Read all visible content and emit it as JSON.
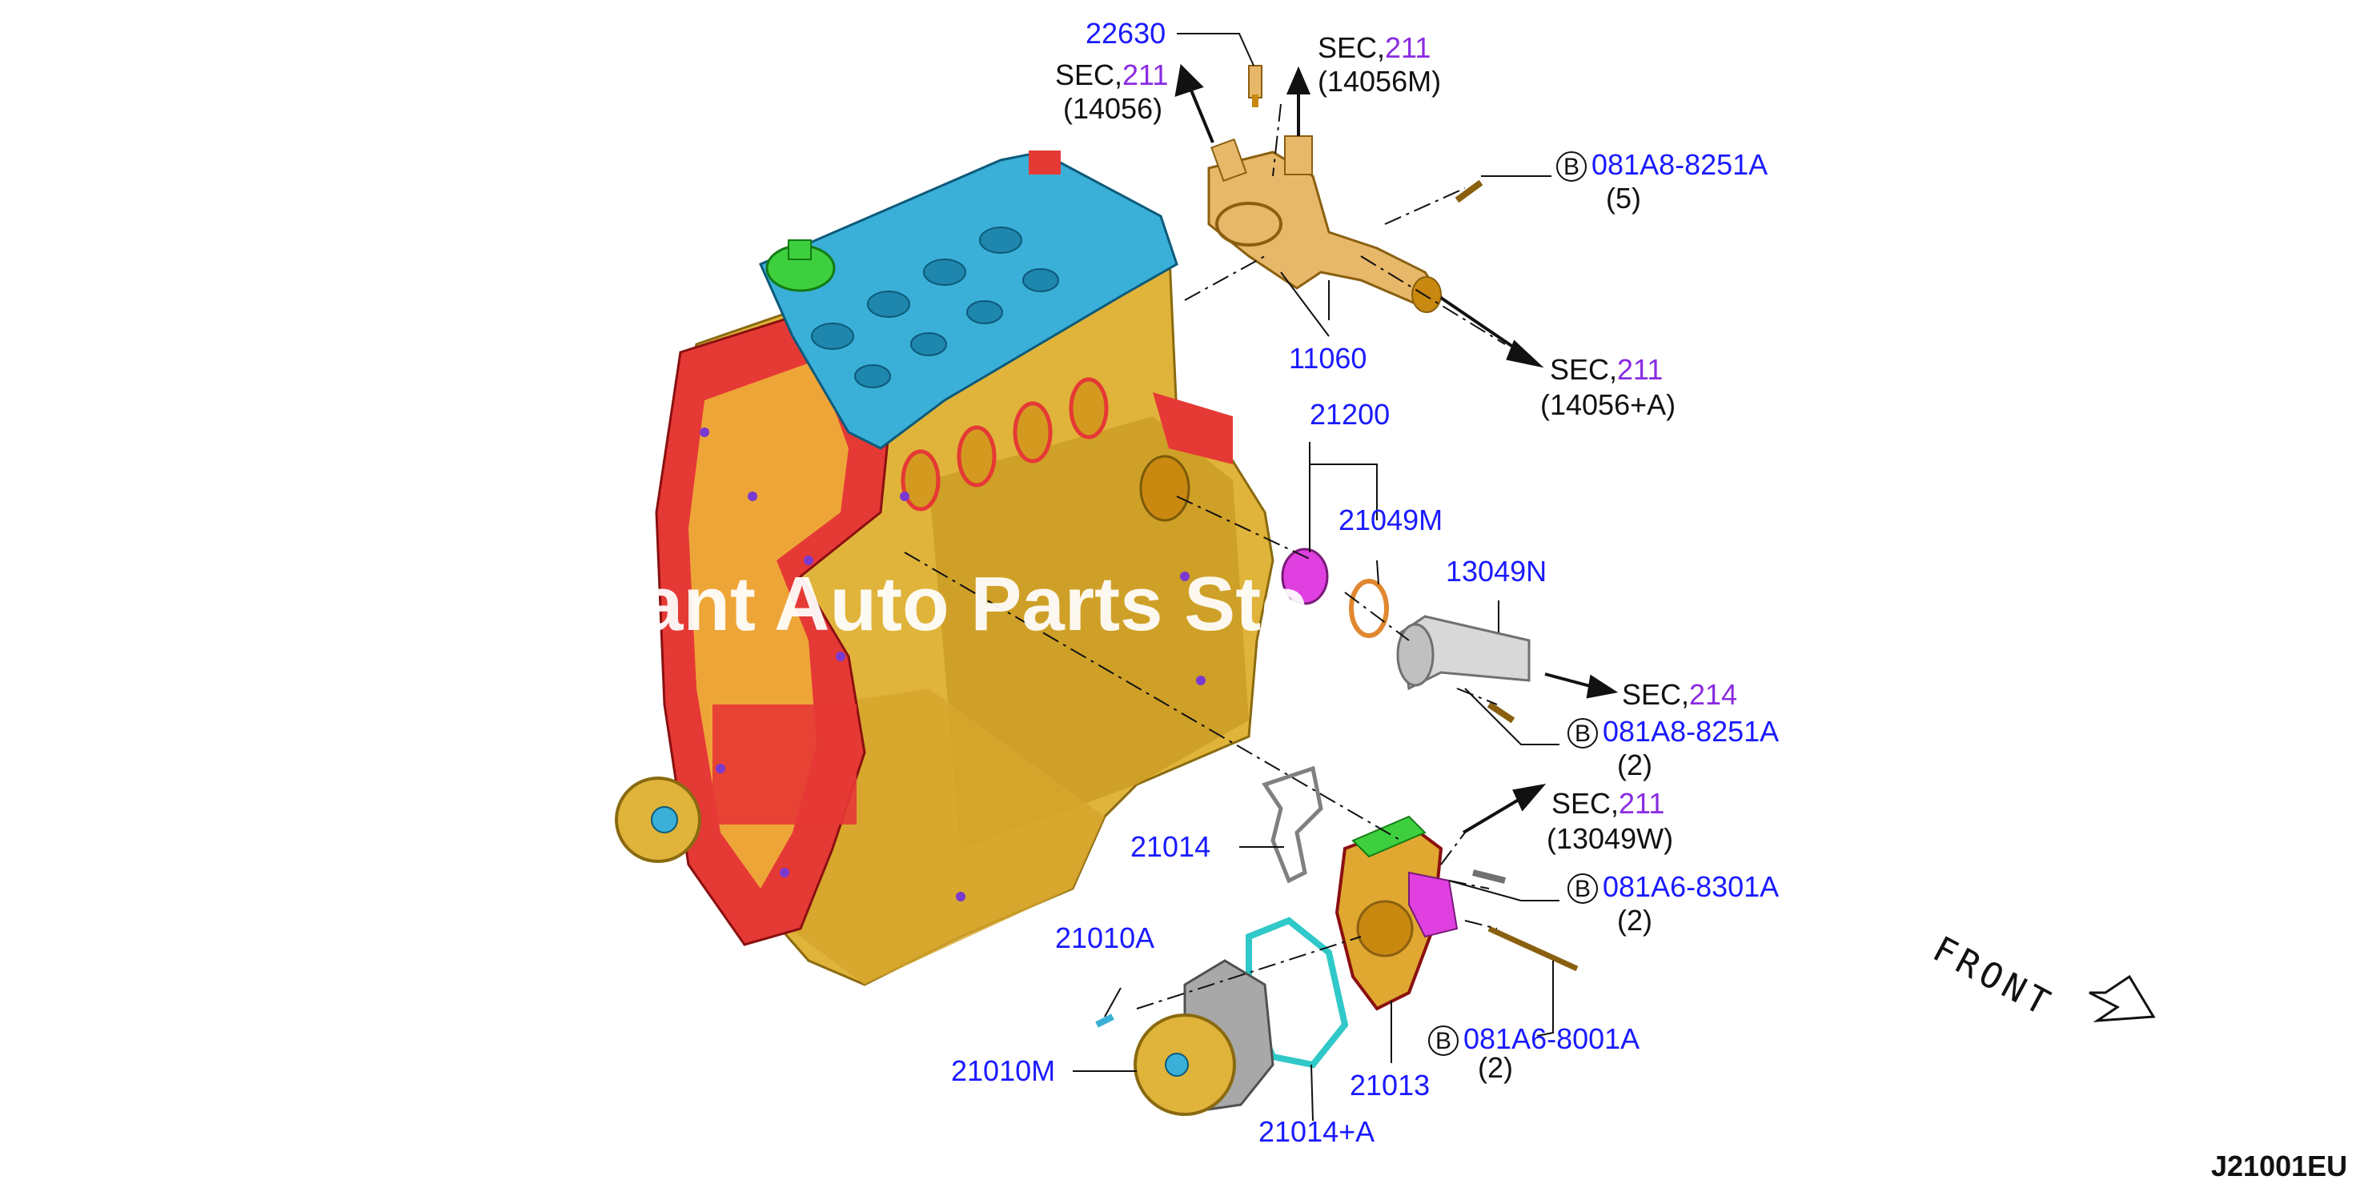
{
  "parts": [
    {
      "id": "p22630",
      "number": "22630"
    },
    {
      "id": "p11060",
      "number": "11060"
    },
    {
      "id": "p21200",
      "number": "21200"
    },
    {
      "id": "p21049M",
      "number": "21049M"
    },
    {
      "id": "p13049N",
      "number": "13049N"
    },
    {
      "id": "p21014",
      "number": "21014"
    },
    {
      "id": "p21010A",
      "number": "21010A"
    },
    {
      "id": "p21010M",
      "number": "21010M"
    },
    {
      "id": "p21014A",
      "number": "21014+A"
    },
    {
      "id": "p21013",
      "number": "21013"
    }
  ],
  "bolts": [
    {
      "id": "b1",
      "marker": "B",
      "number": "081A8-8251A",
      "qty": "(5)"
    },
    {
      "id": "b2",
      "marker": "B",
      "number": "081A8-8251A",
      "qty": "(2)"
    },
    {
      "id": "b3",
      "marker": "B",
      "number": "081A6-8301A",
      "qty": "(2)"
    },
    {
      "id": "b4",
      "marker": "B",
      "number": "081A6-8001A",
      "qty": "(2)"
    }
  ],
  "section_refs": [
    {
      "id": "s1",
      "prefix": "SEC,",
      "section": "211",
      "ref": "(14056)"
    },
    {
      "id": "s2",
      "prefix": "SEC,",
      "section": "211",
      "ref": "(14056M)"
    },
    {
      "id": "s3",
      "prefix": "SEC,",
      "section": "211",
      "ref": "(14056+A)"
    },
    {
      "id": "s4",
      "prefix": "SEC,",
      "section": "214",
      "ref": ""
    },
    {
      "id": "s5",
      "prefix": "SEC,",
      "section": "211",
      "ref": "(13049W)"
    }
  ],
  "watermark": "ant Auto Parts Sto",
  "front_label": "FRONT",
  "diagram_id": "J21001EU",
  "colors": {
    "part_number": "#1a1aff",
    "section_number": "#8a2be2",
    "engine_block": "#e0b43a",
    "engine_red": "#e53935",
    "valve_cover": "#3ab0d8",
    "oil_cap": "#3ecf3e",
    "thermostat_housing": "#e8b86a",
    "magenta_part": "#e040e0",
    "gasket_teal": "#30c8c8",
    "pump_grey": "#a8a8a8"
  }
}
